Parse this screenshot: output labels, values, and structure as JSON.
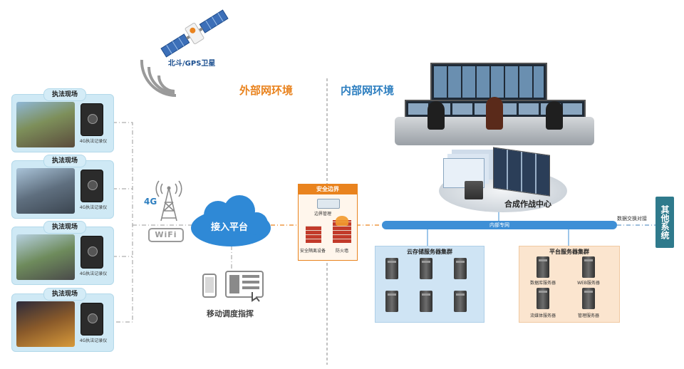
{
  "satellite": {
    "label": "北斗/GPS卫星"
  },
  "zones": {
    "external": "外部网环境",
    "internal": "内部网环境"
  },
  "field_cards": [
    {
      "title": "执法现场",
      "device_label": "4G执法记录仪"
    },
    {
      "title": "执法现场",
      "device_label": "4G执法记录仪"
    },
    {
      "title": "执法现场",
      "device_label": "4G执法记录仪"
    },
    {
      "title": "执法现场",
      "device_label": "4G执法记录仪"
    }
  ],
  "network": {
    "label_4g": "4G",
    "label_wifi": "WiFi"
  },
  "access_platform": {
    "label": "接入平台"
  },
  "mobile": {
    "label": "移动调度指挥"
  },
  "security_boundary": {
    "title": "安全边界",
    "items": [
      "边界管理",
      "安全隔离设备",
      "防火墙"
    ]
  },
  "command_center": {
    "label": "合成作战中心"
  },
  "private_network": {
    "label": "内部专网"
  },
  "data_exchange": {
    "label": "数据交换对接"
  },
  "other_systems": {
    "label": "其他系统"
  },
  "cloud_cluster": {
    "title": "云存储服务器集群"
  },
  "platform_cluster": {
    "title": "平台服务器集群",
    "servers": [
      "数据库服务器",
      "WEB服务器",
      "流媒体服务器",
      "管理服务器"
    ]
  },
  "colors": {
    "accent_orange": "#e9831e",
    "accent_blue": "#2e7fc0",
    "cloud": "#2f89d6",
    "network_bar": "#3e8fd6"
  }
}
